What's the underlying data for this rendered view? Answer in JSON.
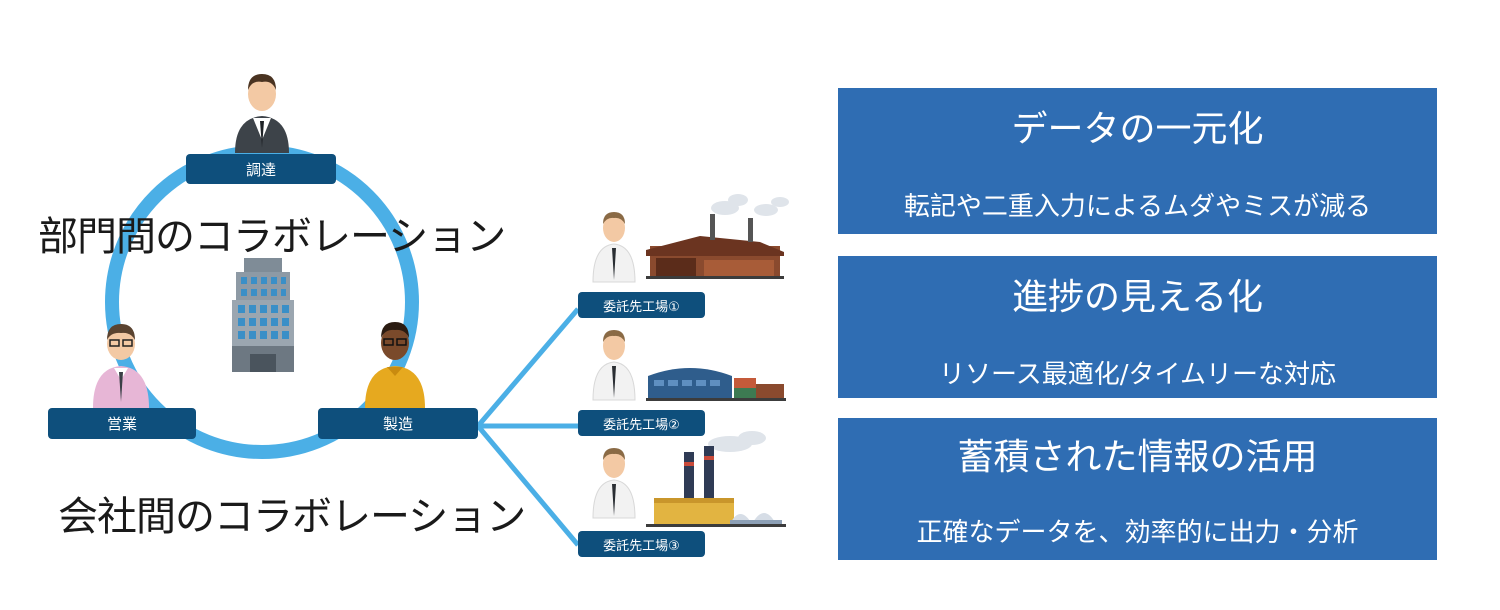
{
  "left": {
    "title_top": "部門間のコラボレーション",
    "title_bottom": "会社間のコラボレーション",
    "departments": {
      "procurement": "調達",
      "sales": "営業",
      "manufacturing": "製造"
    },
    "factories": [
      "委託先工場①",
      "委託先工場②",
      "委託先工場③"
    ]
  },
  "panels": [
    {
      "title": "データの一元化",
      "subtitle": "転記や二重入力によるムダやミスが減る"
    },
    {
      "title": "進捗の見える化",
      "subtitle": "リソース最適化/タイムリーな対応"
    },
    {
      "title": "蓄積された情報の活用",
      "subtitle": "正確なデータを、効率的に出力・分析"
    }
  ],
  "colors": {
    "ring": "#4bafe6",
    "tag": "#0e4f7c",
    "panel": "#2f6db3"
  }
}
